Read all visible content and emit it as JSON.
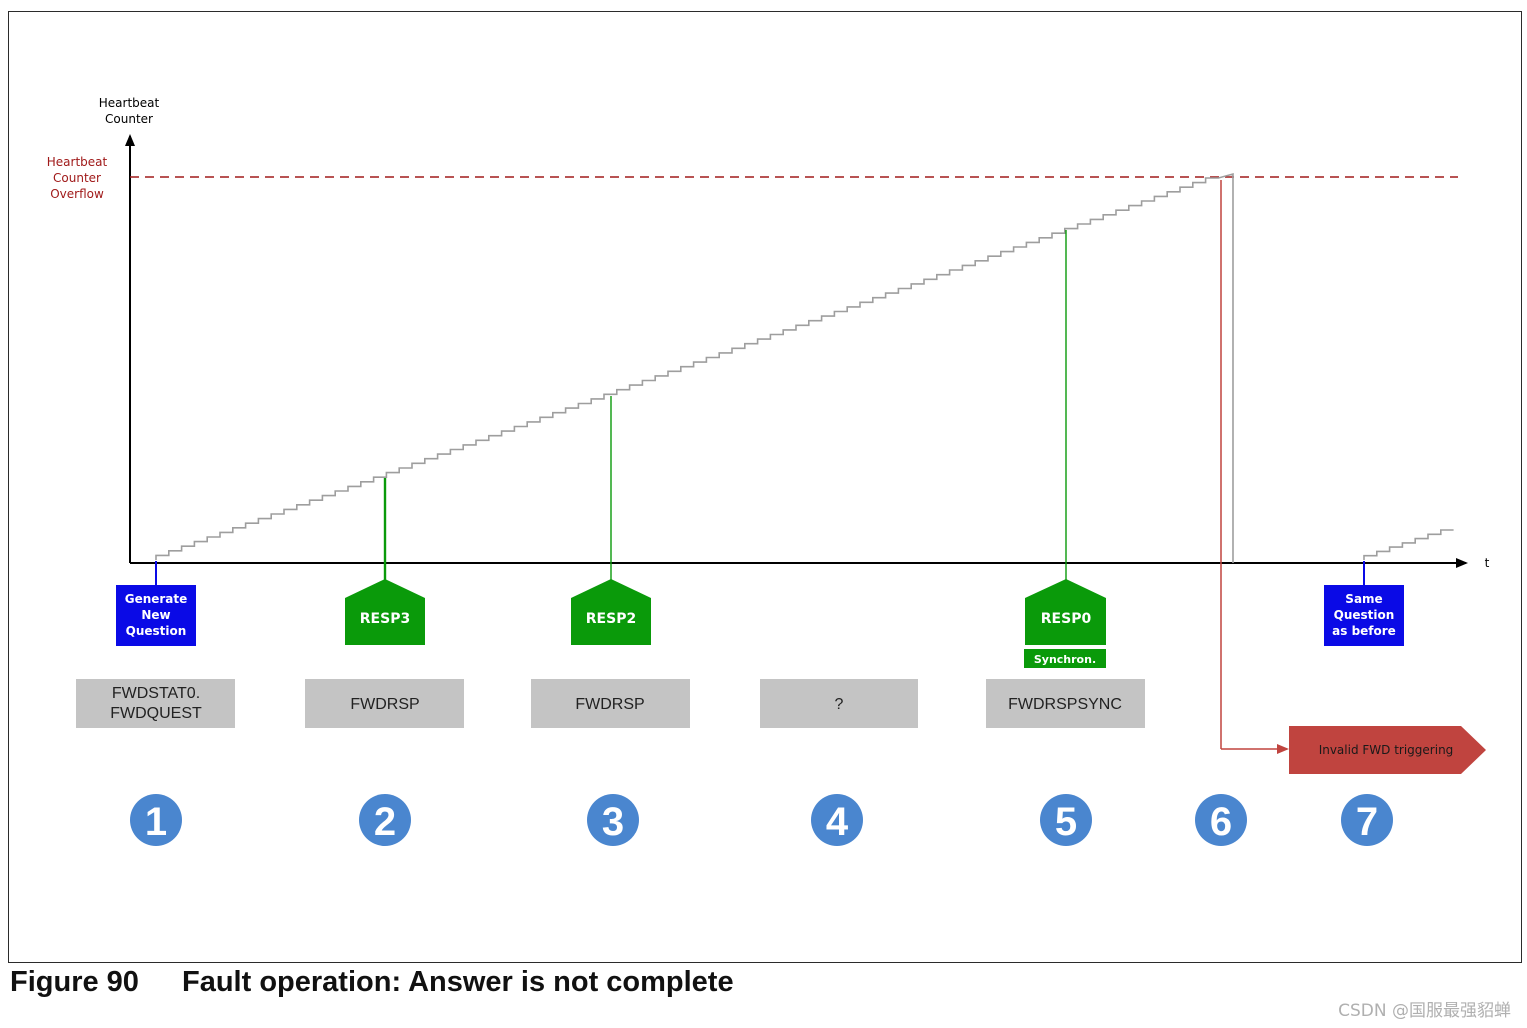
{
  "axes": {
    "y_label_line1": "Heartbeat",
    "y_label_line2": "Counter",
    "x_label": "t",
    "overflow_label_line1": "Heartbeat",
    "overflow_label_line2": "Counter",
    "overflow_label_line3": "Overflow"
  },
  "events": [
    {
      "step": "1",
      "box_type": "blue",
      "box_lines": [
        "Generate",
        "New",
        "Question"
      ],
      "register": [
        "FWDSTAT0.",
        "FWDQUEST"
      ]
    },
    {
      "step": "2",
      "box_type": "green",
      "box_lines": [
        "RESP3"
      ],
      "register": [
        "FWDRSP"
      ]
    },
    {
      "step": "3",
      "box_type": "green",
      "box_lines": [
        "RESP2"
      ],
      "register": [
        "FWDRSP"
      ]
    },
    {
      "step": "4",
      "box_type": "none",
      "box_lines": [],
      "register": [
        "?"
      ]
    },
    {
      "step": "5",
      "box_type": "green",
      "box_lines": [
        "RESP0"
      ],
      "sub_label": "Synchron.",
      "register": [
        "FWDRSPSYNC"
      ]
    },
    {
      "step": "6",
      "box_type": "none",
      "box_lines": [],
      "register": []
    },
    {
      "step": "7",
      "box_type": "blue",
      "box_lines": [
        "Same",
        "Question",
        "as before"
      ],
      "register": []
    }
  ],
  "trigger_label": "Invalid FWD triggering",
  "caption": {
    "figure": "Figure 90",
    "title": "Fault operation: Answer is not complete"
  },
  "watermark": "CSDN @国服最强貂蝉",
  "colors": {
    "axis": "#000000",
    "overflow_line": "#a01a1a",
    "staircase": "#9e9e9e",
    "blue_box": "#0a0ae6",
    "green_box": "#0a9a0a",
    "register_box": "#c4c4c4",
    "step_circle": "#4a86cf",
    "trigger_arrow": "#c0443f"
  }
}
